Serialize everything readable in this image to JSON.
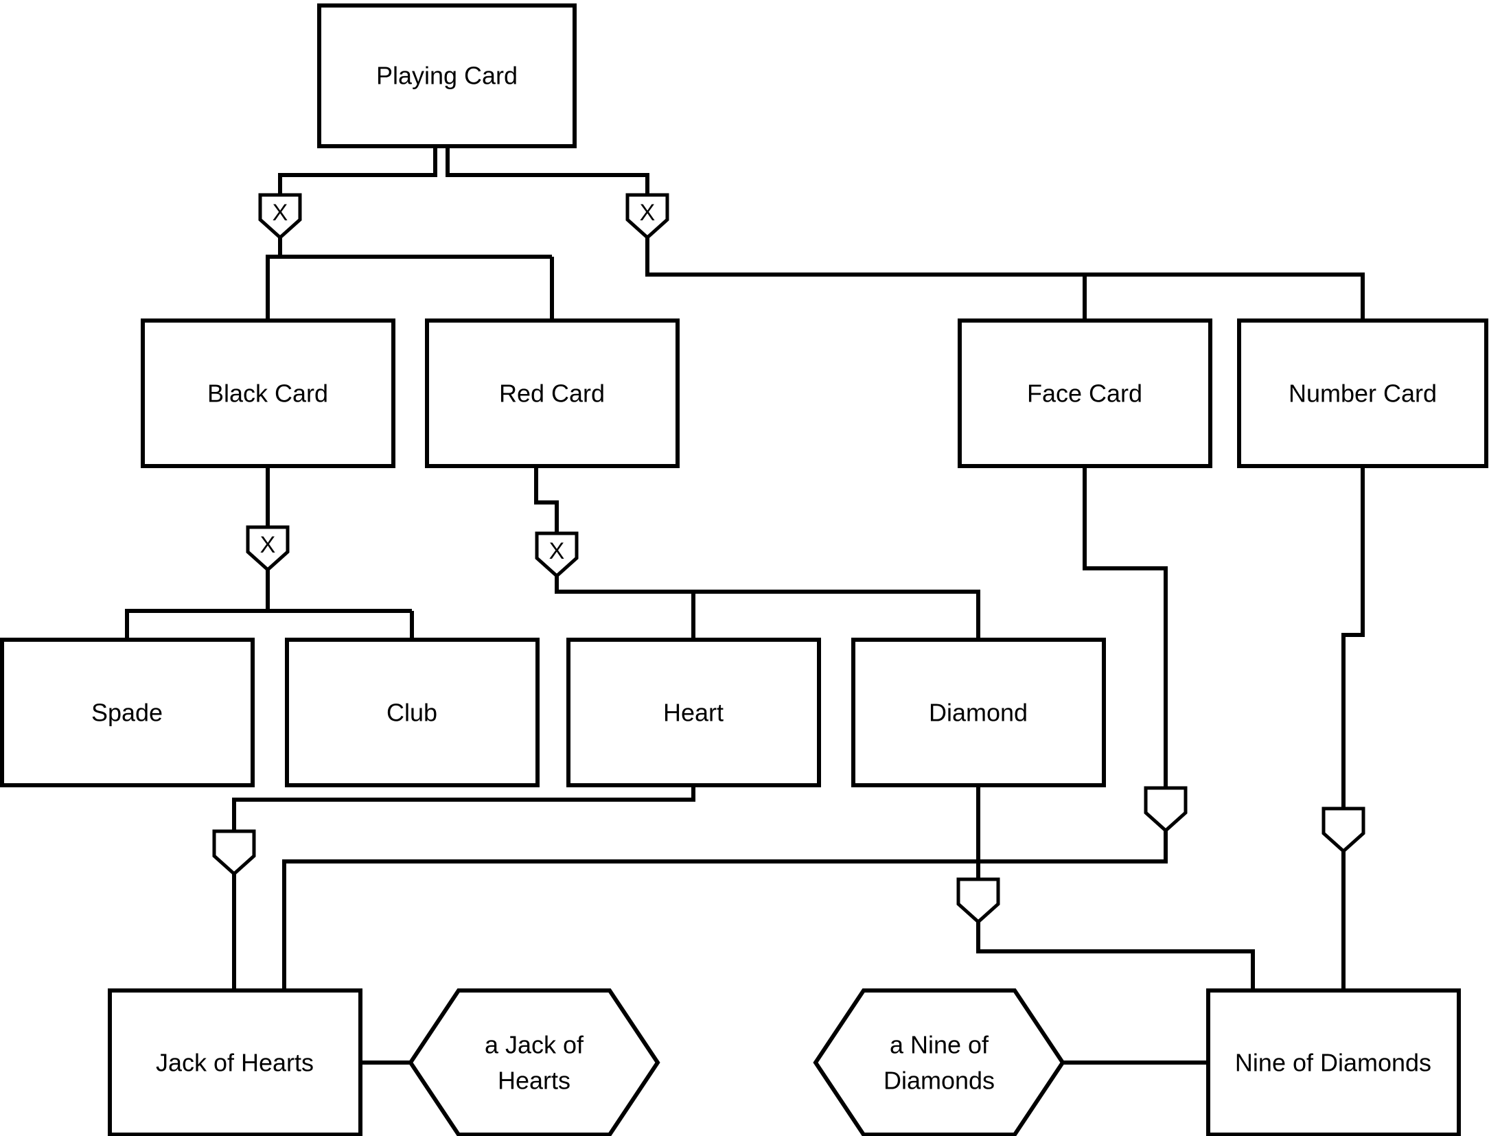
{
  "diagram": {
    "exclusion_label": "X",
    "colors": {
      "stroke": "#000000",
      "fill": "#ffffff",
      "text": "#000000"
    },
    "nodes": {
      "playing_card": {
        "label": "Playing Card"
      },
      "black_card": {
        "label": "Black Card"
      },
      "red_card": {
        "label": "Red Card"
      },
      "face_card": {
        "label": "Face Card"
      },
      "number_card": {
        "label": "Number Card"
      },
      "spade": {
        "label": "Spade"
      },
      "club": {
        "label": "Club"
      },
      "heart": {
        "label": "Heart"
      },
      "diamond": {
        "label": "Diamond"
      },
      "jack_of_hearts": {
        "label": "Jack of Hearts"
      },
      "nine_of_diamonds": {
        "label": "Nine of Diamonds"
      },
      "a_jack_of_hearts": {
        "label": "a Jack of Hearts",
        "line1": "a Jack of",
        "line2": "Hearts"
      },
      "a_nine_of_diamonds": {
        "label": "a Nine of Diamonds",
        "line1": "a Nine of",
        "line2": "Diamonds"
      }
    }
  }
}
